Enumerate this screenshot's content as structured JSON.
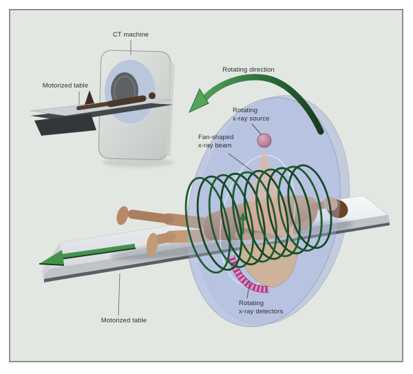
{
  "figure": {
    "title_context": "CT scanning diagram",
    "inset": {
      "ct_machine_label": "CT machine",
      "motorized_table_label": "Motorized table"
    },
    "main": {
      "rotating_direction_label": "Rotating direction",
      "x_ray_source_label": "Rotating\nx-ray source",
      "fan_beam_label": "Fan-shaped\nx-ray beam",
      "detectors_label": "Rotating\nx-ray detectors",
      "motorized_table_label": "Motorized table"
    },
    "colors": {
      "background": "#e3e7e2",
      "frame_border": "#8b908c",
      "disc_blue": "#b6c2e2",
      "arrow_green_dark": "#16381d",
      "arrow_green_mid": "#3f8a48",
      "coil_green": "#1d5a2f",
      "source_pink": "#b5798f",
      "beam_tan": "#d8b7a2",
      "detector_magenta": "#c2529e",
      "table_white": "#f2f4f6",
      "label_text": "#2e2e2e"
    }
  }
}
